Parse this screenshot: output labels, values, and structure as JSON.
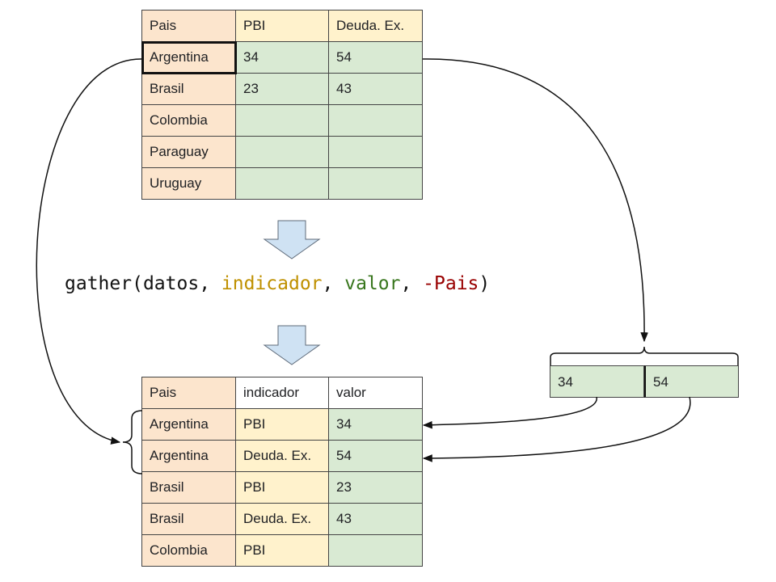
{
  "wide_table": {
    "header": [
      "Pais",
      "PBI",
      "Deuda. Ex."
    ],
    "rows": [
      [
        "Argentina",
        "34",
        "54"
      ],
      [
        "Brasil",
        "23",
        "43"
      ],
      [
        "Colombia",
        "",
        ""
      ],
      [
        "Paraguay",
        "",
        ""
      ],
      [
        "Uruguay",
        "",
        ""
      ]
    ]
  },
  "code": {
    "fn": "gather(",
    "arg1": "datos",
    "sep1": ", ",
    "arg2": "indicador",
    "sep2": ", ",
    "arg3": "valor",
    "sep3": ", ",
    "arg4": "-Pais",
    "close": ")"
  },
  "pair": {
    "values": [
      "34",
      "54"
    ]
  },
  "long_table": {
    "header": [
      "Pais",
      "indicador",
      "valor"
    ],
    "rows": [
      [
        "Argentina",
        "PBI",
        "34"
      ],
      [
        "Argentina",
        "Deuda. Ex.",
        "54"
      ],
      [
        "Brasil",
        "PBI",
        "23"
      ],
      [
        "Brasil",
        "Deuda. Ex.",
        "43"
      ],
      [
        "Colombia",
        "PBI",
        ""
      ]
    ]
  },
  "colors": {
    "pais": "#fce5cd",
    "indicador": "#fff2cc",
    "valor": "#d9ead3",
    "arrow_fill": "#cfe2f3",
    "code_indicador": "#bf9000",
    "code_valor": "#38761d",
    "code_negation": "#990000"
  }
}
